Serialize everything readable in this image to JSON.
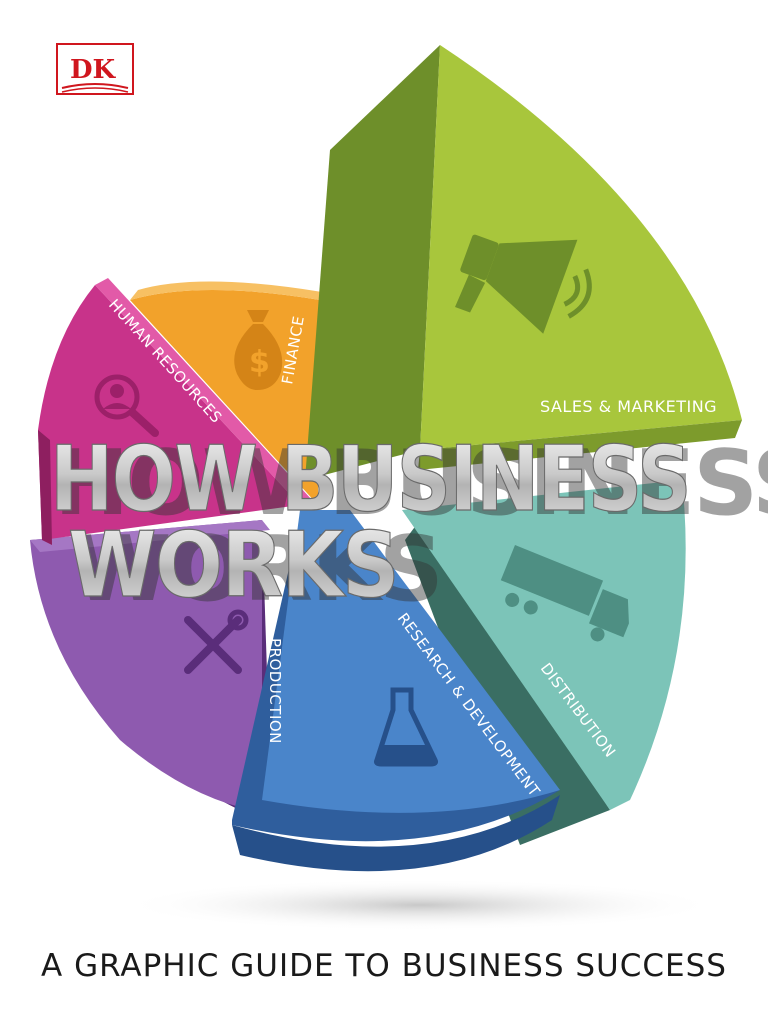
{
  "publisher": {
    "logo_text": "DK"
  },
  "title": {
    "line1": "HOW BUSINESS",
    "line2": "WORKS"
  },
  "subtitle": "A GRAPHIC GUIDE TO BUSINESS SUCCESS",
  "segments": [
    {
      "label": "SALES & MARKETING",
      "color": "#a8c63c",
      "icon": "megaphone-icon"
    },
    {
      "label": "FINANCE",
      "color": "#f2a22b",
      "icon": "money-bag-icon"
    },
    {
      "label": "HUMAN RESOURCES",
      "color": "#c8338a",
      "icon": "person-search-icon"
    },
    {
      "label": "PRODUCTION",
      "color": "#7e4ea2",
      "icon": "tools-icon"
    },
    {
      "label": "RESEARCH & DEVELOPMENT",
      "color": "#3f7bc4",
      "icon": "flask-icon"
    },
    {
      "label": "DISTRIBUTION",
      "color": "#7cc4b8",
      "icon": "truck-icon"
    }
  ]
}
